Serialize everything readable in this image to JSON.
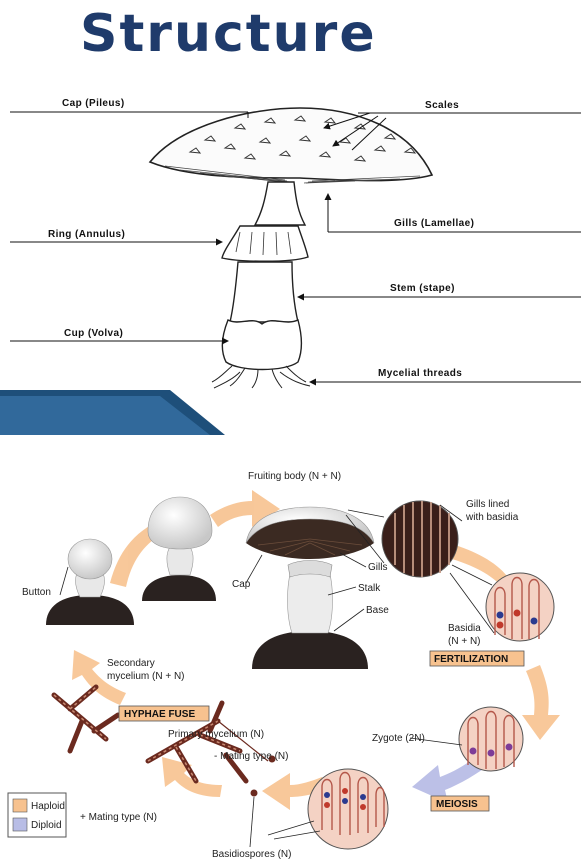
{
  "title": "Structure",
  "structure": {
    "labels": {
      "cap": "Cap (Pileus)",
      "scales": "Scales",
      "ring": "Ring (Annulus)",
      "gills": "Gills (Lamellae)",
      "stem": "Stem (stape)",
      "cup": "Cup (Volva)",
      "mycelial": "Mycelial threads"
    }
  },
  "lifecycle": {
    "labels": {
      "fruiting_body": "Fruiting body (N + N)",
      "gills_lined_1": "Gills lined",
      "gills_lined_2": "with basidia",
      "button": "Button",
      "cap": "Cap",
      "gills": "Gills",
      "stalk": "Stalk",
      "base": "Base",
      "basidia_1": "Basidia",
      "basidia_2": "(N + N)",
      "secondary_1": "Secondary",
      "secondary_2": "mycelium (N + N)",
      "hyphae_fuse": "HYPHAE FUSE",
      "fertilization": "FERTILIZATION",
      "primary": "Primary mycelium (N)",
      "mating_minus": "- Mating type (N)",
      "zygote": "Zygote (2N)",
      "mating_plus": "+ Mating type (N)",
      "meiosis": "MEIOSIS",
      "basidiospores": "Basidiospores (N)"
    },
    "legend": [
      {
        "label": "Haploid",
        "color": "#f7c28f"
      },
      {
        "label": "Diploid",
        "color": "#b8bde6"
      }
    ]
  }
}
